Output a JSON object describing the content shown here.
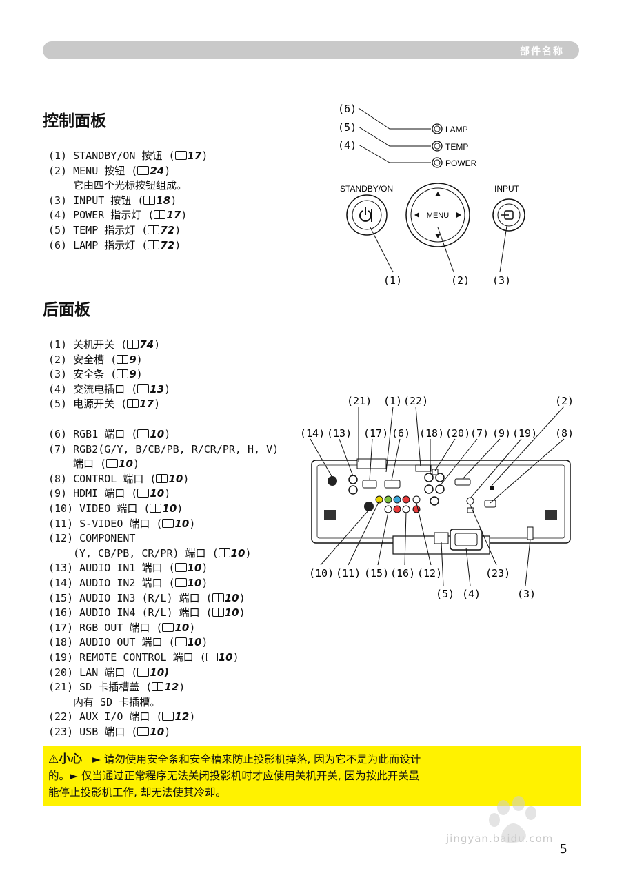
{
  "header": {
    "title": "部件名称"
  },
  "control_panel": {
    "heading": "控制面板",
    "items": [
      {
        "text": "(1) STANDBY/ON 按钮 (",
        "ref": "17",
        "close": ")"
      },
      {
        "text": "(2) MENU 按钮 (",
        "ref": "24",
        "close": ")"
      },
      {
        "text": "它由四个光标按钮组成。"
      },
      {
        "text": "(3) INPUT 按钮 (",
        "ref": "18",
        "close": ")"
      },
      {
        "text": "(4) POWER 指示灯 (",
        "ref": "17",
        "close": ")"
      },
      {
        "text": "(5) TEMP 指示灯 (",
        "ref": "72",
        "close": ")"
      },
      {
        "text": "(6) LAMP 指示灯 (",
        "ref": "72",
        "close": ")"
      }
    ],
    "diagram": {
      "standby_label": "STANDBY/ON",
      "input_label": "INPUT",
      "menu_label": "MENU",
      "lamp_label": "LAMP",
      "temp_label": "TEMP",
      "power_label": "POWER",
      "callouts": [
        "(6)",
        "(5)",
        "(4)",
        "(1)",
        "(2)",
        "(3)"
      ]
    }
  },
  "rear_panel": {
    "heading": "后面板",
    "items_a": [
      {
        "text": "(1) 关机开关 (",
        "ref": "74",
        "close": ")"
      },
      {
        "text": "(2) 安全槽 (",
        "ref": "9",
        "close": ")"
      },
      {
        "text": "(3) 安全条 (",
        "ref": "9",
        "close": ")"
      },
      {
        "text": "(4) 交流电插口 (",
        "ref": "13",
        "close": ")"
      },
      {
        "text": "(5) 电源开关 (",
        "ref": "17",
        "close": ")"
      }
    ],
    "items_b": [
      {
        "text": "(6) RGB1 端口 (",
        "ref": "10",
        "close": ")"
      },
      {
        "text": "(7) RGB2(G/Y, B/CB/PB, R/CR/PR, H, V)"
      },
      {
        "text": "端口 (",
        "ref": "10",
        "close": ")",
        "indent": true
      },
      {
        "text": "(8) CONTROL 端口 (",
        "ref": "10",
        "close": ")"
      },
      {
        "text": "(9) HDMI 端口 (",
        "ref": "10",
        "close": ")"
      },
      {
        "text": "(10) VIDEO 端口 (",
        "ref": "10",
        "close": ")"
      },
      {
        "text": "(11) S-VIDEO 端口 (",
        "ref": "10",
        "close": ")"
      },
      {
        "text": "(12) COMPONENT"
      },
      {
        "text": "(Y, CB/PB, CR/PR) 端口 (",
        "ref": "10",
        "close": ")",
        "indent": true
      },
      {
        "text": "(13) AUDIO IN1 端口 (",
        "ref": "10",
        "close": ")"
      },
      {
        "text": "(14) AUDIO IN2 端口 (",
        "ref": "10",
        "close": ")"
      },
      {
        "text": "(15) AUDIO IN3 (R/L) 端口 (",
        "ref": "10",
        "close": ")"
      },
      {
        "text": "(16) AUDIO IN4 (R/L) 端口 (",
        "ref": "10",
        "close": ")"
      },
      {
        "text": "(17) RGB OUT 端口 (",
        "ref": "10",
        "close": ")"
      },
      {
        "text": "(18) AUDIO OUT 端口 (",
        "ref": "10",
        "close": ")"
      },
      {
        "text": "(19) REMOTE CONTROL 端口 (",
        "ref": "10",
        "close": ")"
      },
      {
        "text": "(20) LAN 端口 (",
        "ref": "10)",
        "close": ""
      },
      {
        "text": "(21) SD 卡插槽盖 (",
        "ref": "12",
        "close": ")"
      },
      {
        "text": "内有 SD 卡插槽。",
        "indent": true
      },
      {
        "text": "(22) AUX I/O 端口 (",
        "ref": "12",
        "close": ")"
      },
      {
        "text": "(23) USB 端口 (",
        "ref": "10",
        "close": ")"
      }
    ],
    "diagram": {
      "top_row1": [
        "(21)",
        "(1)",
        "(22)",
        "(2)"
      ],
      "top_row2": [
        "(14)",
        "(13)",
        "(17)",
        "(6)",
        "(18)",
        "(20)",
        "(7)",
        "(9)",
        "(19)",
        "(8)"
      ],
      "bottom_row1": [
        "(10)",
        "(11)",
        "(15)",
        "(16)",
        "(12)",
        "(23)"
      ],
      "bottom_row2": [
        "(5)",
        "(4)",
        "(3)"
      ]
    }
  },
  "caution": {
    "title": "⚠小心",
    "line1": "► 请勿使用安全条和安全槽来防止投影机掉落, 因为它不是为此而设计",
    "line2": "的。► 仅当通过正常程序无法关闭投影机时才应使用关机开关, 因为按此开关虽",
    "line3": "能停止投影机工作, 却无法使其冷却。"
  },
  "page_number": "5",
  "watermark": {
    "line": "jingyan.baidu.com"
  }
}
